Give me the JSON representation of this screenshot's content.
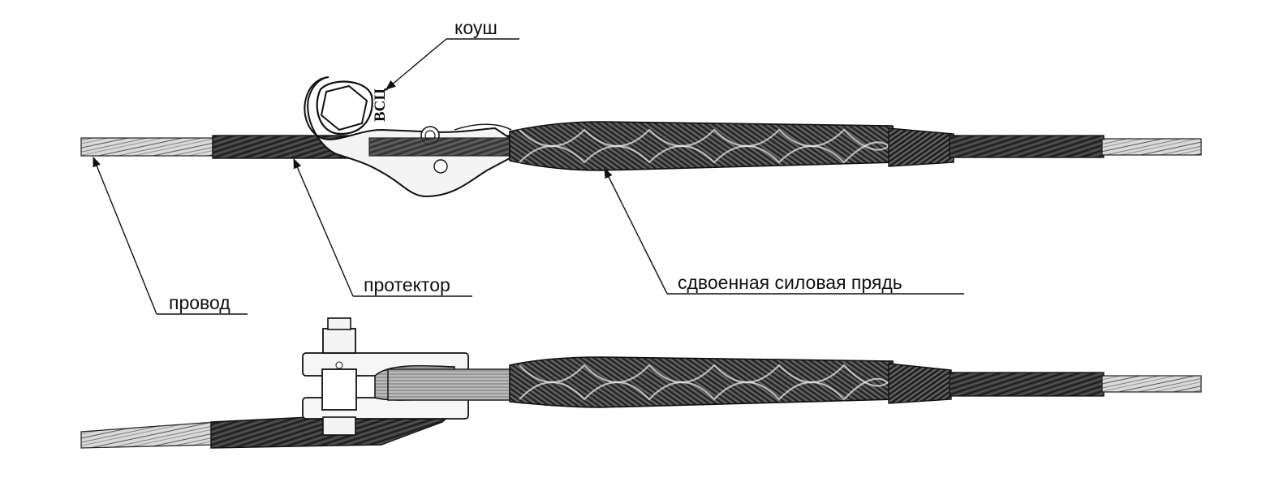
{
  "labels": {
    "thimble": "коуш",
    "wire": "провод",
    "protector": "протектор",
    "power_strand": "сдвоенная силовая прядь"
  },
  "marking": "ВСЦ",
  "colors": {
    "ink": "#111111",
    "dark_strand": "#2a2a2a",
    "light_strand": "#9a9a9a",
    "background": "#ffffff"
  }
}
